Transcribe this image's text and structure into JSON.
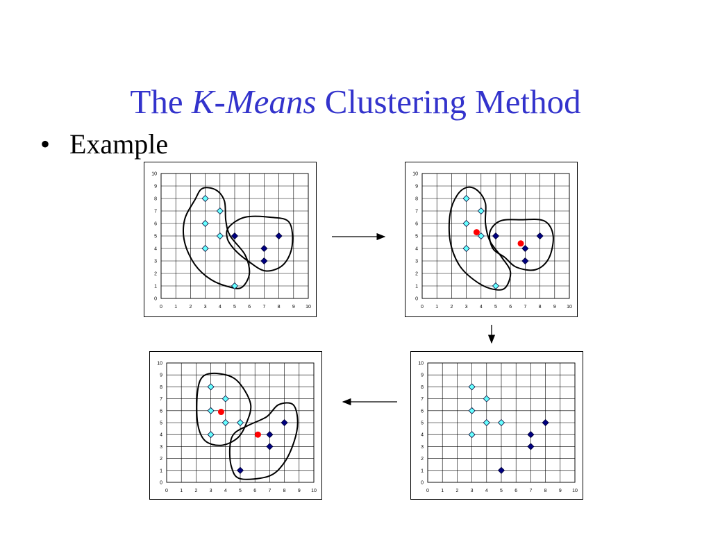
{
  "slide": {
    "title_prefix": "The ",
    "title_italic": "K-Means",
    "title_suffix": " Clustering Method",
    "bullet": "•",
    "bullet_text": "Example"
  },
  "colors": {
    "title": "#3333cc",
    "cluster_a": "#66ffff",
    "cluster_b": "#000080",
    "centroid": "#ff0000",
    "boundary": "#000000"
  },
  "chart_data": [
    {
      "type": "scatter",
      "panel": "top-left",
      "xlim": [
        0,
        10
      ],
      "ylim": [
        0,
        10
      ],
      "xticks": [
        0,
        1,
        2,
        3,
        4,
        5,
        6,
        7,
        8,
        9,
        10
      ],
      "yticks": [
        0,
        1,
        2,
        3,
        4,
        5,
        6,
        7,
        8,
        9,
        10
      ],
      "grid": true,
      "series": [
        {
          "color": "cluster_a",
          "points": [
            [
              3,
              8
            ],
            [
              4,
              7
            ],
            [
              3,
              6
            ],
            [
              4,
              5
            ],
            [
              3,
              4
            ],
            [
              5,
              1
            ]
          ]
        },
        {
          "color": "cluster_b",
          "points": [
            [
              5,
              5
            ],
            [
              8,
              5
            ],
            [
              7,
              4
            ],
            [
              7,
              3
            ]
          ]
        }
      ],
      "centroids": [],
      "regions": 2
    },
    {
      "type": "scatter",
      "panel": "top-right",
      "xlim": [
        0,
        10
      ],
      "ylim": [
        0,
        10
      ],
      "xticks": [
        0,
        1,
        2,
        3,
        4,
        5,
        6,
        7,
        8,
        9,
        10
      ],
      "yticks": [
        0,
        1,
        2,
        3,
        4,
        5,
        6,
        7,
        8,
        9,
        10
      ],
      "grid": true,
      "series": [
        {
          "color": "cluster_a",
          "points": [
            [
              3,
              8
            ],
            [
              4,
              7
            ],
            [
              3,
              6
            ],
            [
              4,
              5
            ],
            [
              3,
              4
            ],
            [
              5,
              1
            ]
          ]
        },
        {
          "color": "cluster_b",
          "points": [
            [
              5,
              5
            ],
            [
              8,
              5
            ],
            [
              7,
              4
            ],
            [
              7,
              3
            ]
          ]
        }
      ],
      "centroids": [
        [
          3.7,
          5.3
        ],
        [
          6.7,
          4.4
        ]
      ],
      "regions": 2
    },
    {
      "type": "scatter",
      "panel": "bottom-right",
      "xlim": [
        0,
        10
      ],
      "ylim": [
        0,
        10
      ],
      "xticks": [
        0,
        1,
        2,
        3,
        4,
        5,
        6,
        7,
        8,
        9,
        10
      ],
      "yticks": [
        0,
        1,
        2,
        3,
        4,
        5,
        6,
        7,
        8,
        9,
        10
      ],
      "grid": true,
      "series": [
        {
          "color": "cluster_a",
          "points": [
            [
              3,
              8
            ],
            [
              4,
              7
            ],
            [
              3,
              6
            ],
            [
              4,
              5
            ],
            [
              5,
              5
            ],
            [
              3,
              4
            ]
          ]
        },
        {
          "color": "cluster_b",
          "points": [
            [
              8,
              5
            ],
            [
              7,
              4
            ],
            [
              7,
              3
            ],
            [
              5,
              1
            ]
          ]
        }
      ],
      "centroids": [],
      "regions": 0
    },
    {
      "type": "scatter",
      "panel": "bottom-left",
      "xlim": [
        0,
        10
      ],
      "ylim": [
        0,
        10
      ],
      "xticks": [
        0,
        1,
        2,
        3,
        4,
        5,
        6,
        7,
        8,
        9,
        10
      ],
      "yticks": [
        0,
        1,
        2,
        3,
        4,
        5,
        6,
        7,
        8,
        9,
        10
      ],
      "grid": true,
      "series": [
        {
          "color": "cluster_a",
          "points": [
            [
              3,
              8
            ],
            [
              4,
              7
            ],
            [
              3,
              6
            ],
            [
              4,
              5
            ],
            [
              5,
              5
            ],
            [
              3,
              4
            ]
          ]
        },
        {
          "color": "cluster_b",
          "points": [
            [
              8,
              5
            ],
            [
              7,
              4
            ],
            [
              7,
              3
            ],
            [
              5,
              1
            ]
          ]
        }
      ],
      "centroids": [
        [
          3.7,
          5.9
        ],
        [
          6.2,
          4.0
        ]
      ],
      "regions": 2
    }
  ]
}
